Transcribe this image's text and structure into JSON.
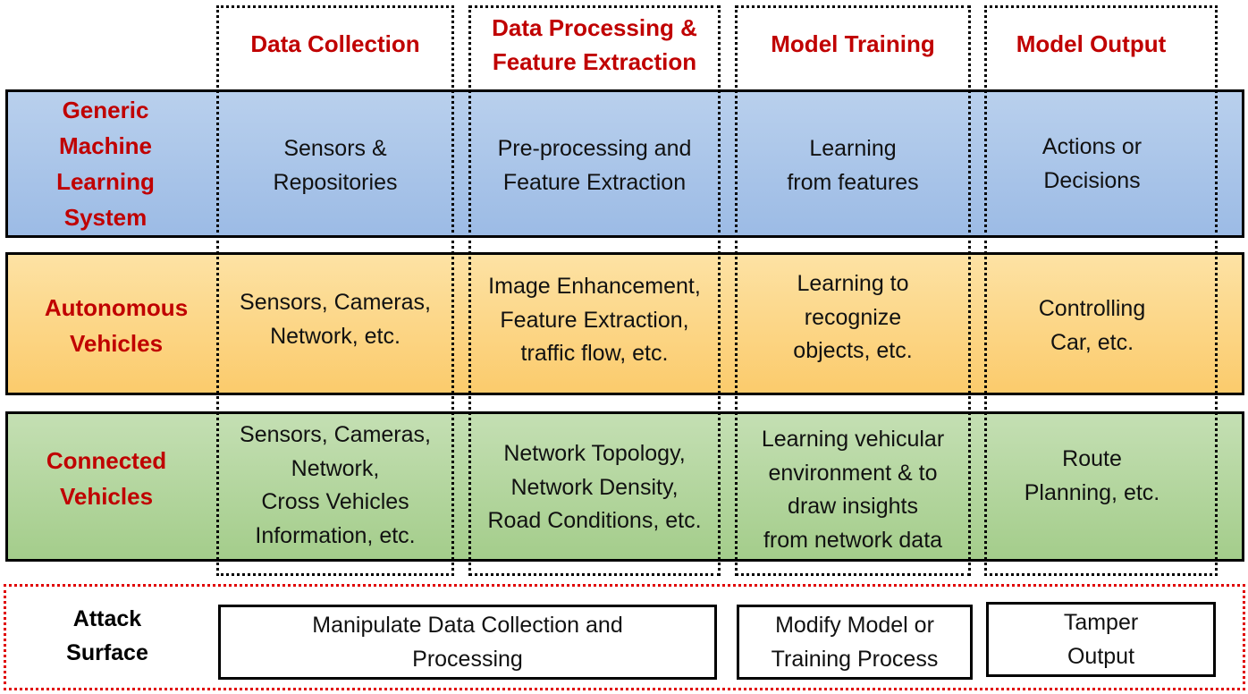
{
  "columns": {
    "data_collection": "Data Collection",
    "processing_line1": "Data Processing &",
    "processing_line2": "Feature Extraction",
    "model_training": "Model Training",
    "model_output": "Model Output"
  },
  "rows": {
    "generic": {
      "label": [
        "Generic",
        "Machine",
        "Learning",
        "System"
      ],
      "data_collection": [
        "Sensors &",
        "Repositories"
      ],
      "processing": [
        "Pre-processing and",
        "Feature Extraction"
      ],
      "training": [
        "Learning",
        "from features"
      ],
      "output": [
        "Actions or",
        "Decisions"
      ]
    },
    "autonomous": {
      "label": [
        "Autonomous",
        "Vehicles"
      ],
      "data_collection": [
        "Sensors, Cameras,",
        "Network, etc."
      ],
      "processing": [
        "Image Enhancement,",
        "Feature Extraction,",
        "traffic flow, etc."
      ],
      "training": [
        "Learning to",
        "recognize",
        "objects, etc."
      ],
      "output": [
        "Controlling",
        "Car, etc."
      ]
    },
    "connected": {
      "label": [
        "Connected",
        "Vehicles"
      ],
      "data_collection": [
        "Sensors, Cameras,",
        "Network,",
        "Cross Vehicles",
        "Information, etc."
      ],
      "processing": [
        "Network Topology,",
        "Network Density,",
        "Road Conditions, etc."
      ],
      "training": [
        "Learning vehicular",
        "environment & to",
        "draw insights",
        "from network data"
      ],
      "output": [
        "Route",
        "Planning, etc."
      ]
    }
  },
  "attack_surface": {
    "label": [
      "Attack",
      "Surface"
    ],
    "manipulate": [
      "Manipulate Data Collection and",
      "Processing"
    ],
    "modify": [
      "Modify Model or",
      "Training Process"
    ],
    "tamper": [
      "Tamper",
      "Output"
    ]
  },
  "colors": {
    "header_red": "#c00000",
    "band_blue": "#9cbbe5",
    "band_orange": "#fbcb6c",
    "band_green": "#a4cd8b",
    "attack_border": "#e00000"
  }
}
